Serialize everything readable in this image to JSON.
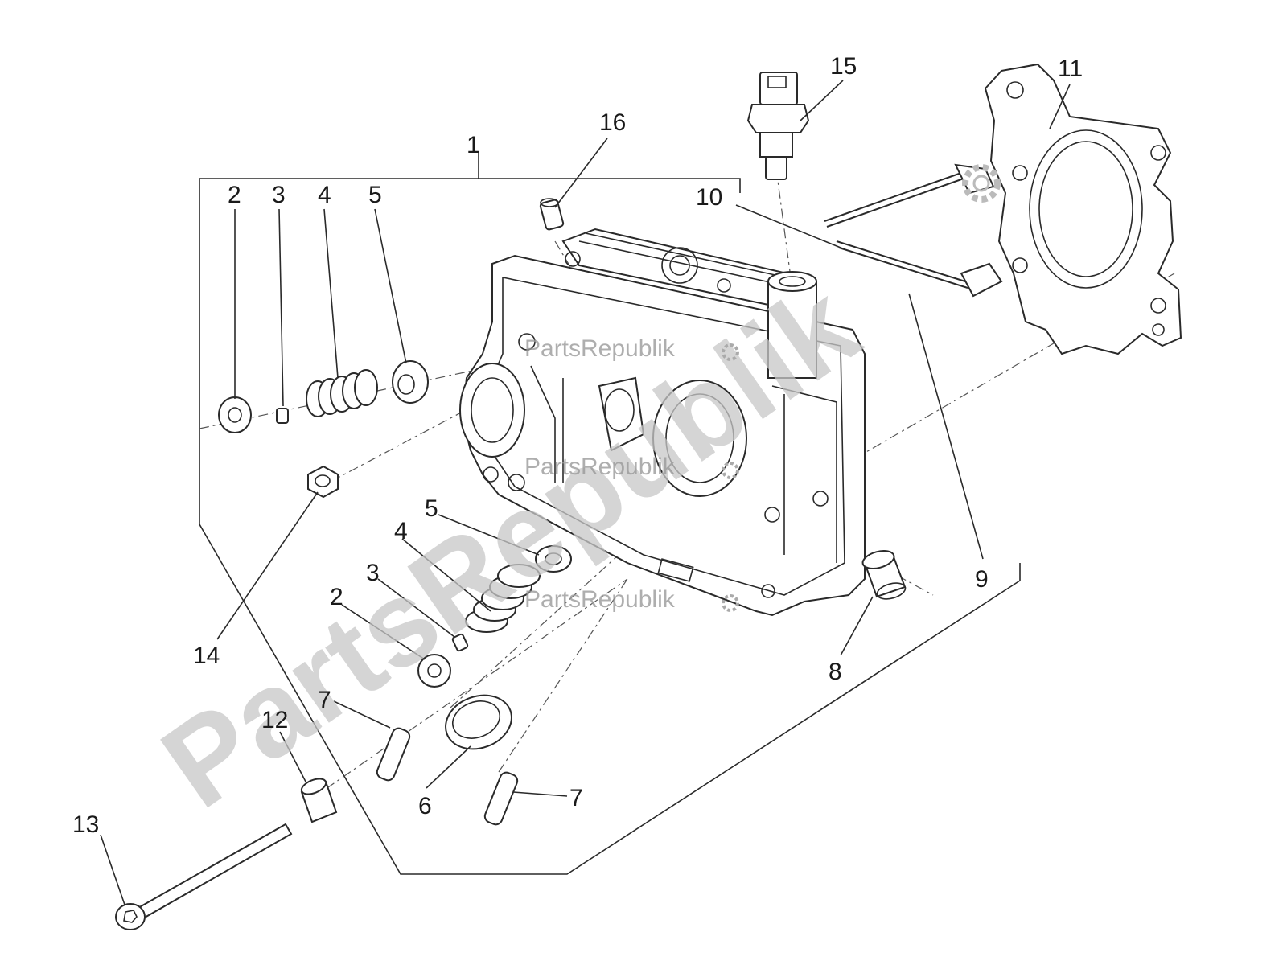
{
  "watermark": {
    "big_text": "PartsRepublik",
    "small_text": "PartsRepublik"
  },
  "callouts": [
    "1",
    "2",
    "3",
    "4",
    "5",
    "2",
    "3",
    "4",
    "5",
    "6",
    "7",
    "7",
    "8",
    "9",
    "10",
    "11",
    "12",
    "13",
    "14",
    "15",
    "16"
  ]
}
